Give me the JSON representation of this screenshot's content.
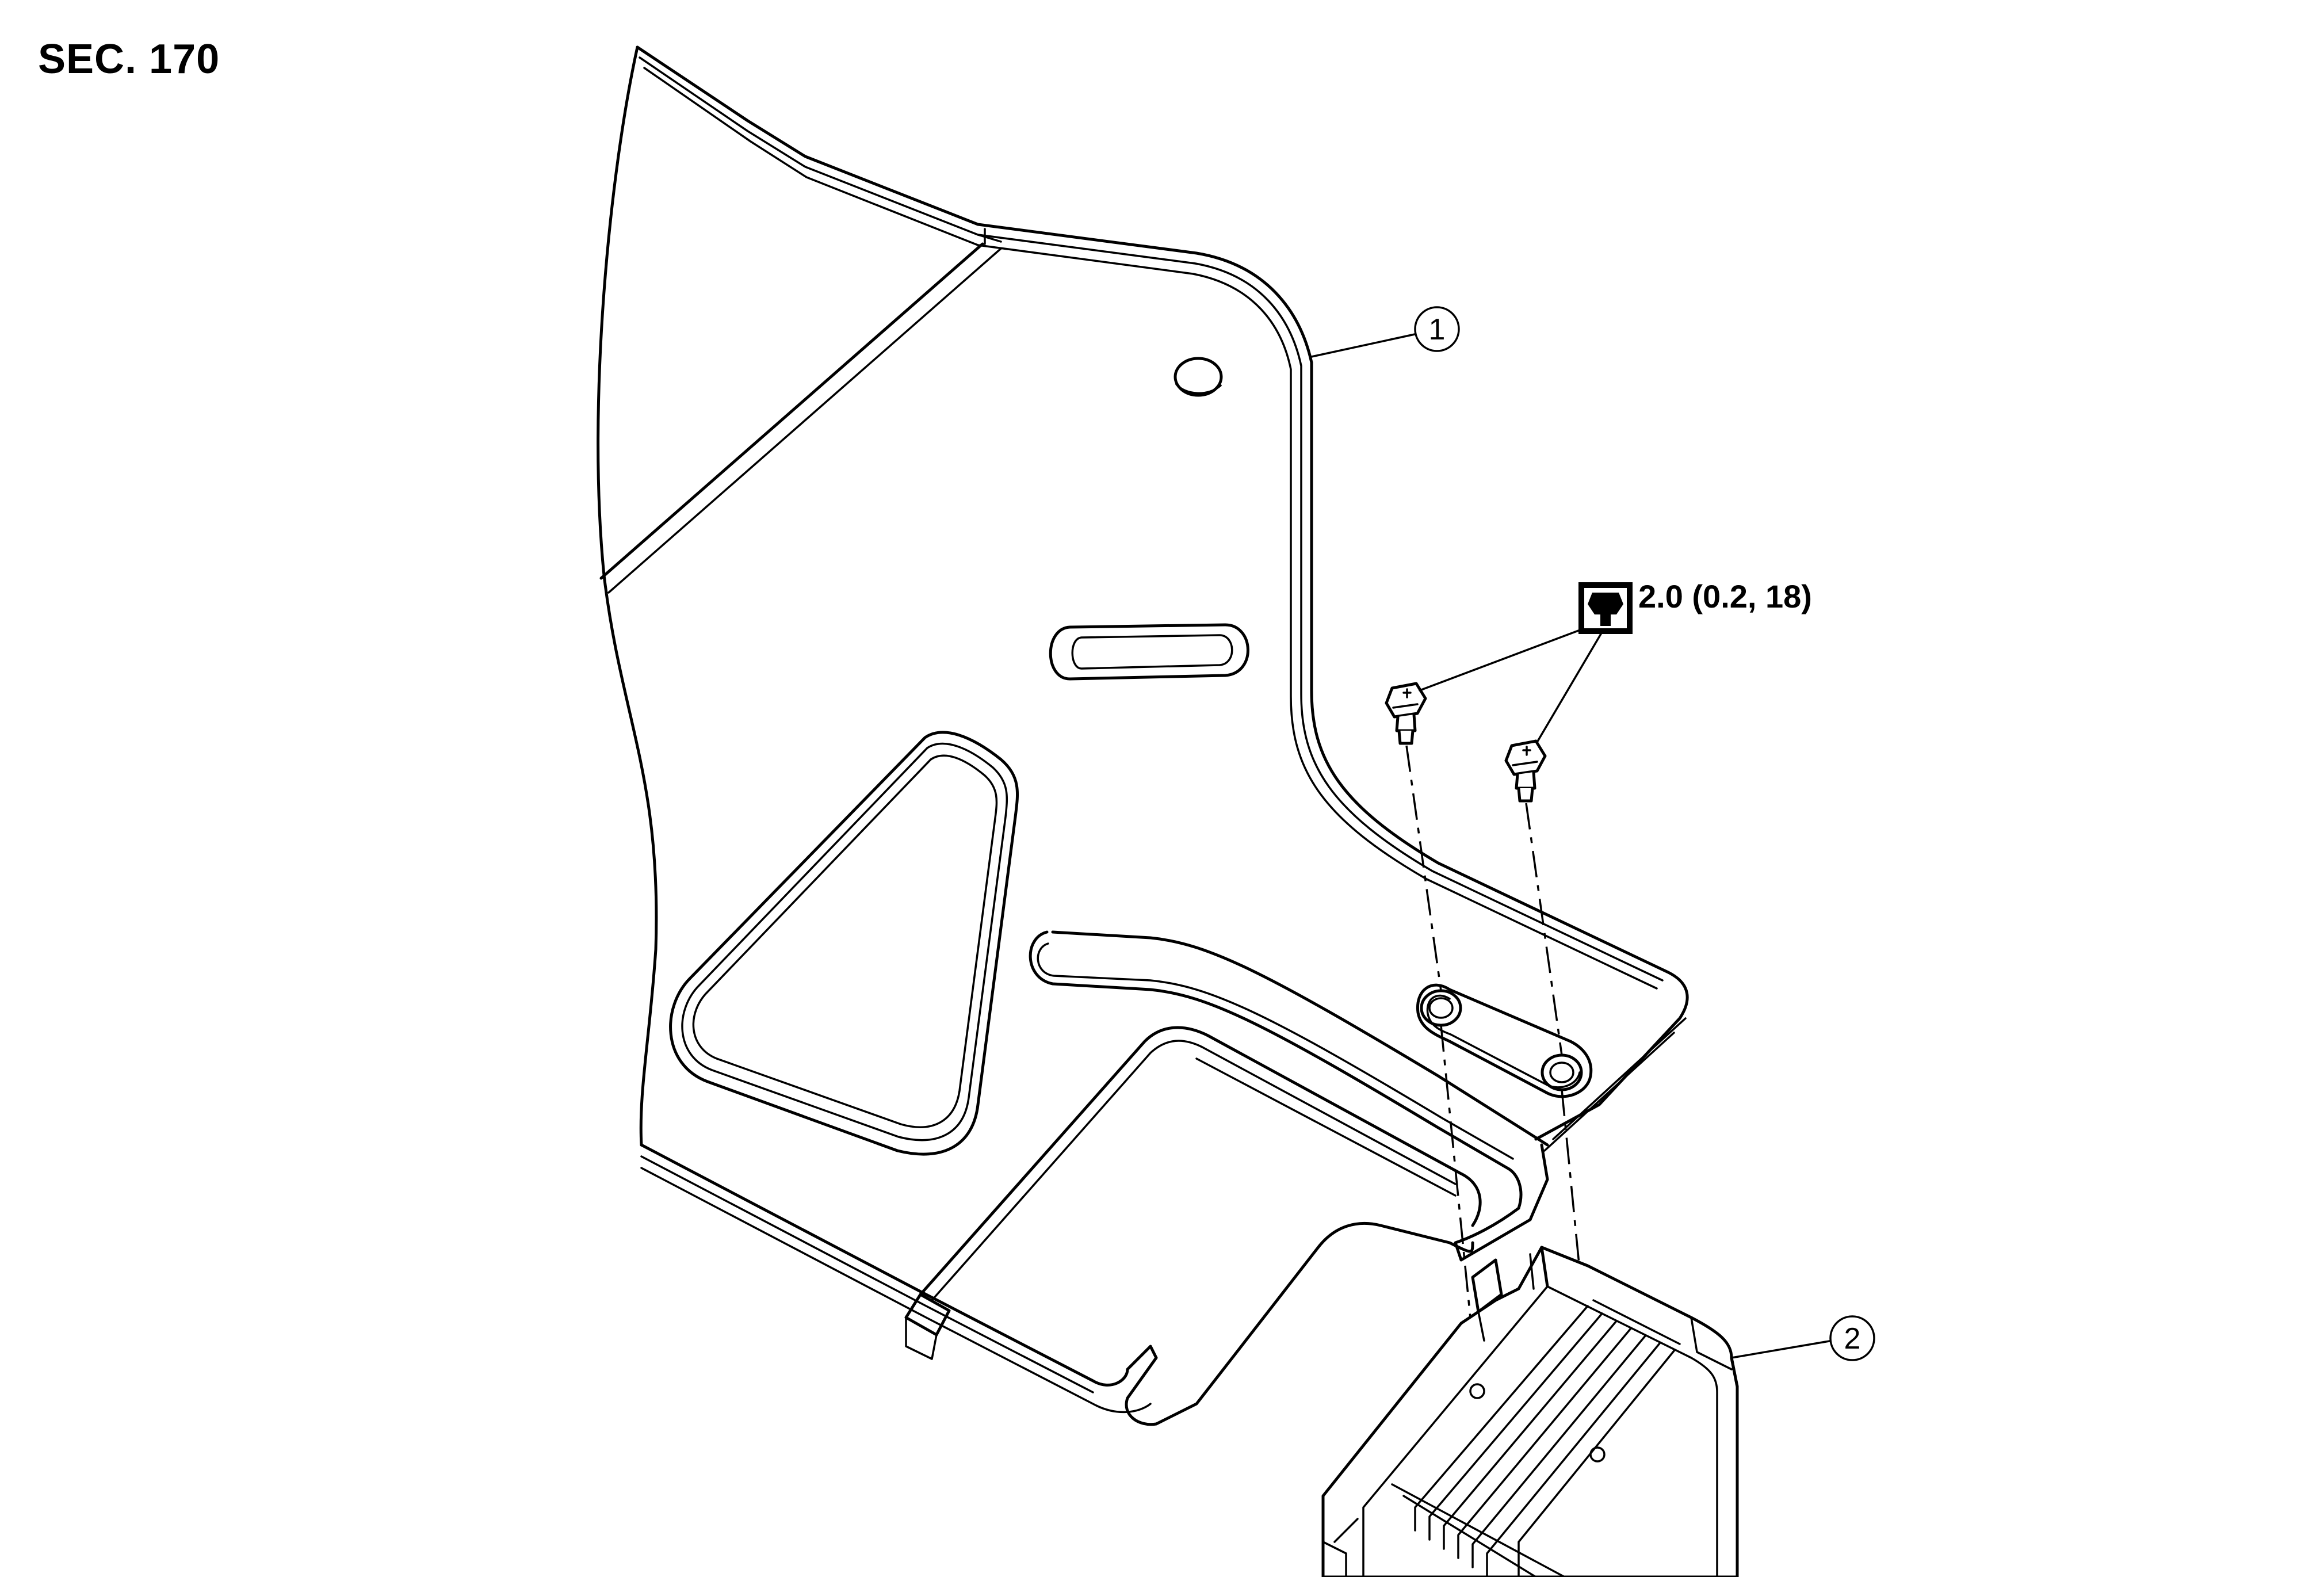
{
  "section_label": "SEC. 170",
  "torque_spec": "2.0 (0.2, 18)",
  "torque_icon": "torque-wrench-icon",
  "callouts": [
    {
      "number": "1"
    },
    {
      "number": "2"
    }
  ]
}
